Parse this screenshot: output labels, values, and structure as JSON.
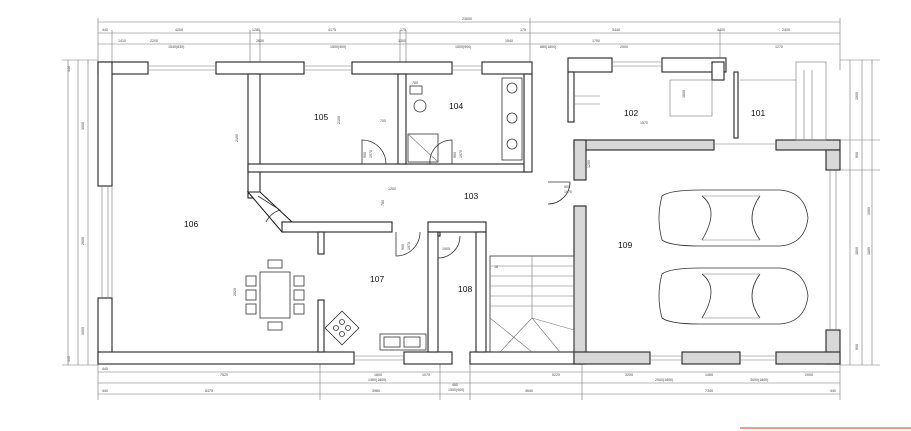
{
  "rooms": [
    {
      "id": "101",
      "label": "101"
    },
    {
      "id": "102",
      "label": "102"
    },
    {
      "id": "103",
      "label": "103"
    },
    {
      "id": "104",
      "label": "104"
    },
    {
      "id": "105",
      "label": "105"
    },
    {
      "id": "106",
      "label": "106"
    },
    {
      "id": "107",
      "label": "107"
    },
    {
      "id": "108",
      "label": "108"
    },
    {
      "id": "109",
      "label": "109"
    }
  ],
  "dimensions": {
    "top_total": "23000",
    "top_1": [
      "440",
      "4200",
      "1280",
      "175",
      "4175",
      "175",
      "3440",
      "4400",
      "2400"
    ],
    "top_2": [
      "1410",
      "2200",
      "1540(830)",
      "2600",
      "1500(900)",
      "1300",
      "1500(900)",
      "1540",
      "880(1800)",
      "1700",
      "2000",
      "1270"
    ],
    "bottom_1": [
      "440",
      "7520",
      "1600",
      "1360(1800)",
      "1070",
      "1500(900)",
      "5220",
      "3200",
      "2000(1800)",
      "1460",
      "3000(1800)",
      "2000"
    ],
    "bottom_2": [
      "440",
      "8375",
      "3960",
      "460",
      "3640",
      "7340",
      "440"
    ],
    "left": [
      "440",
      "3000",
      "2600",
      "3000",
      "440"
    ],
    "right": [
      "1900",
      "900",
      "3000",
      "1800",
      "1800",
      "900"
    ],
    "interior": [
      "900",
      "1970",
      "700",
      "2100",
      "900",
      "1970",
      "780",
      "1200",
      "2100",
      "900",
      "1970",
      "1900",
      "900",
      "1970",
      "780",
      "1200",
      "18",
      "2020",
      "1800",
      "1570"
    ]
  }
}
